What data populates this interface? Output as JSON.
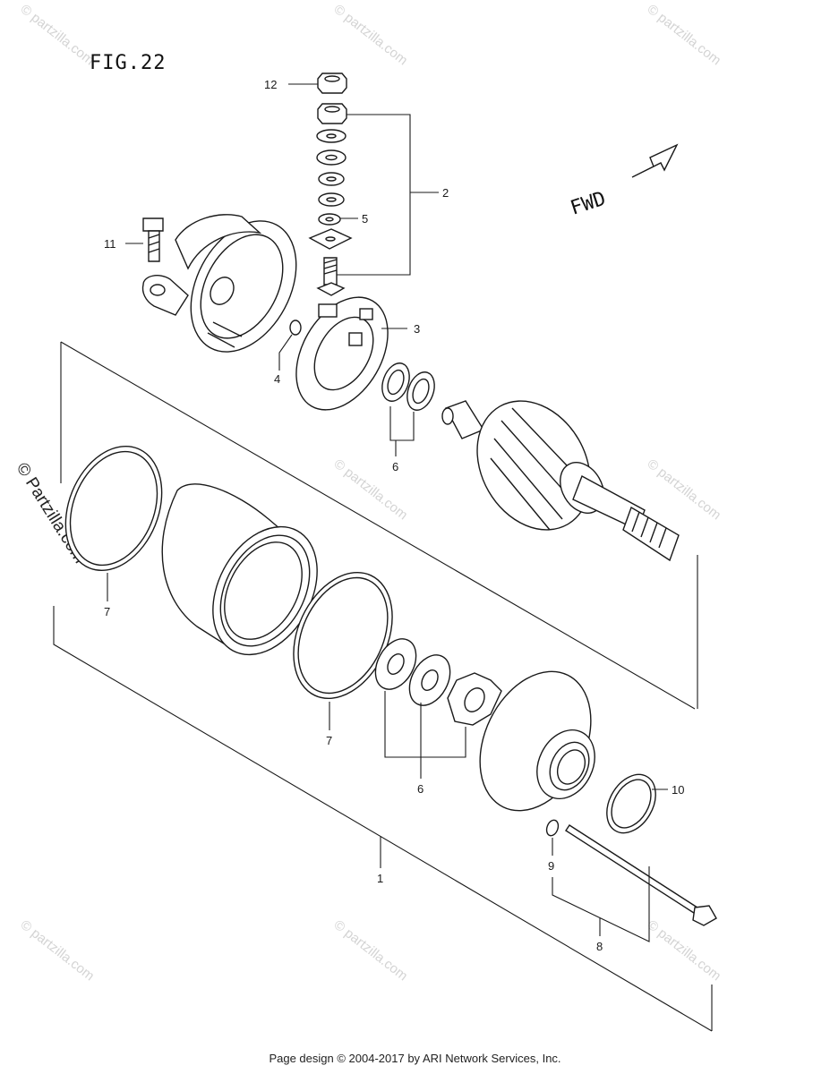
{
  "figure": {
    "title": "FIG.22",
    "fwd_label": "FWD"
  },
  "callouts": [
    {
      "id": "12",
      "label": "12"
    },
    {
      "id": "2",
      "label": "2"
    },
    {
      "id": "5",
      "label": "5"
    },
    {
      "id": "11",
      "label": "11"
    },
    {
      "id": "3",
      "label": "3"
    },
    {
      "id": "4",
      "label": "4"
    },
    {
      "id": "6a",
      "label": "6"
    },
    {
      "id": "7a",
      "label": "7"
    },
    {
      "id": "7b",
      "label": "7"
    },
    {
      "id": "6b",
      "label": "6"
    },
    {
      "id": "10",
      "label": "10"
    },
    {
      "id": "9",
      "label": "9"
    },
    {
      "id": "1",
      "label": "1"
    },
    {
      "id": "8",
      "label": "8"
    }
  ],
  "watermark": {
    "text": "© partzilla.com",
    "side_text": "© Partzilla.com"
  },
  "footer": {
    "text": "Page design © 2004-2017 by ARI Network Services, Inc."
  }
}
